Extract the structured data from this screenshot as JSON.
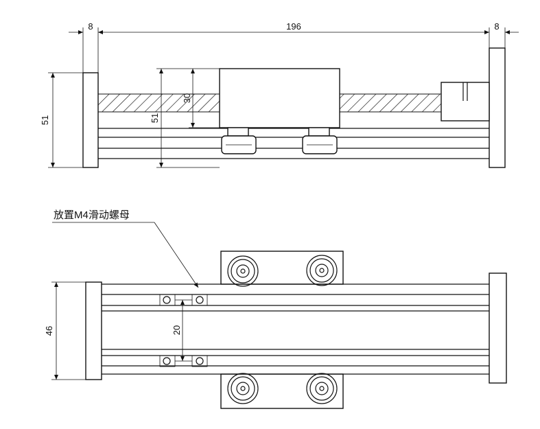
{
  "dimensions": {
    "left_plate_width": "8",
    "overall_length": "196",
    "right_plate_width": "8",
    "plate_height_outer": "51",
    "plate_height_inner": "51",
    "carriage_height": "30",
    "rail_width": "46",
    "slot_spacing": "20"
  },
  "note": {
    "nut_label": "放置M4滑动螺母"
  }
}
